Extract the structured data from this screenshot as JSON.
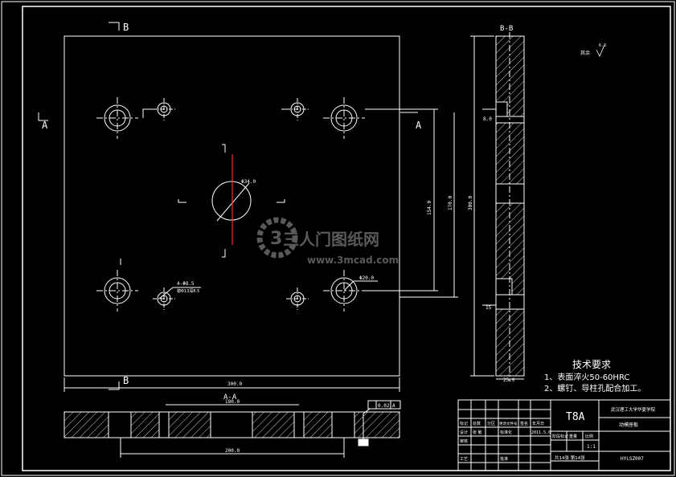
{
  "section_labels": {
    "b_top": "B",
    "b_bottom": "B",
    "a_left": "A",
    "a_right": "A",
    "bb_title": "B-B",
    "aa_title": "A-A"
  },
  "dimensions": {
    "center_hole": "Φ34.0",
    "hole_spec": "4-Φ8.5",
    "hole_spec_sub": "锪Φ13深8.5",
    "guide_hole": "Φ20.0",
    "height_154": "154.0",
    "height_170": "170.0",
    "height_300": "300.0",
    "width_300": "300.0",
    "width_180": "180.0",
    "width_200": "200.0",
    "side_8": "8.0",
    "side_15": "15",
    "side_25": "25.0",
    "flatness": "0.02 A"
  },
  "roughness": {
    "label": "其余",
    "value": "6.3"
  },
  "tech_requirements": {
    "title": "技术要求",
    "item1": "1、表面淬火50-60HRC",
    "item2": "2、螺钉、导柱孔配合加工。"
  },
  "title_block": {
    "material": "T8A",
    "school": "武汉理工大学华夏学院",
    "part_name": "动模座板",
    "drawing_no": "HYLSZ007",
    "scale_label": "比例",
    "scale": "1:1",
    "stage_label": "阶段标记",
    "weight_label": "重量",
    "sheet_info": "共14张 第14张",
    "row_labels": [
      "标记",
      "处数",
      "分区",
      "更改文件号",
      "签名",
      "年月日"
    ],
    "designer_label": "设计",
    "designer": "张 敏",
    "std_label": "标准化",
    "date": "2011.5.6",
    "review_label": "审核",
    "process_label": "工艺",
    "approve_label": "批准"
  },
  "watermark": {
    "brand": "三人门图纸网",
    "url": "www.3mcad.com"
  }
}
